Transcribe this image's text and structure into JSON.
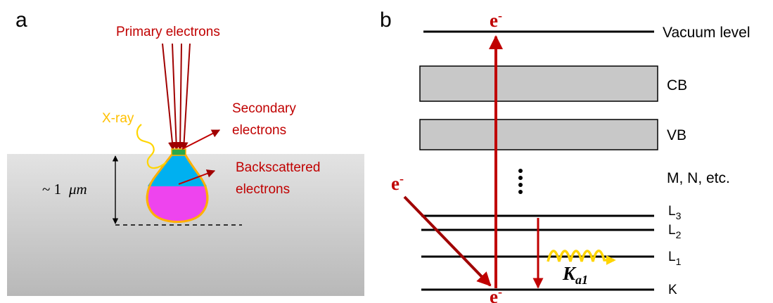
{
  "panel_a": {
    "label": "a",
    "primary_label": "Primary electrons",
    "secondary_label_1": "Secondary",
    "secondary_label_2": "electrons",
    "backscatter_label_1": "Backscattered",
    "backscatter_label_2": "electrons",
    "xray_label": "X-ray",
    "depth_tilde": "~ 1",
    "depth_unit": "μm"
  },
  "panel_b": {
    "label": "b",
    "levels": {
      "vacuum": "Vacuum level",
      "cb": "CB",
      "vb": "VB",
      "mn": "M, N, etc.",
      "l3_main": "L",
      "l3_sub": "3",
      "l2_main": "L",
      "l2_sub": "2",
      "l1_main": "L",
      "l1_sub": "1",
      "k": "K"
    },
    "electron_top": "e",
    "electron_left": "e",
    "electron_bottom": "e",
    "electron_charge": "-",
    "ka1_main": "K",
    "ka1_sub": "a1"
  },
  "colors": {
    "red": "#c00000",
    "dark_red": "#a00000",
    "yellow": "#ffd500",
    "cyan": "#00b0f0",
    "magenta": "#ee44ee",
    "band_fill": "#c8c8c8"
  }
}
